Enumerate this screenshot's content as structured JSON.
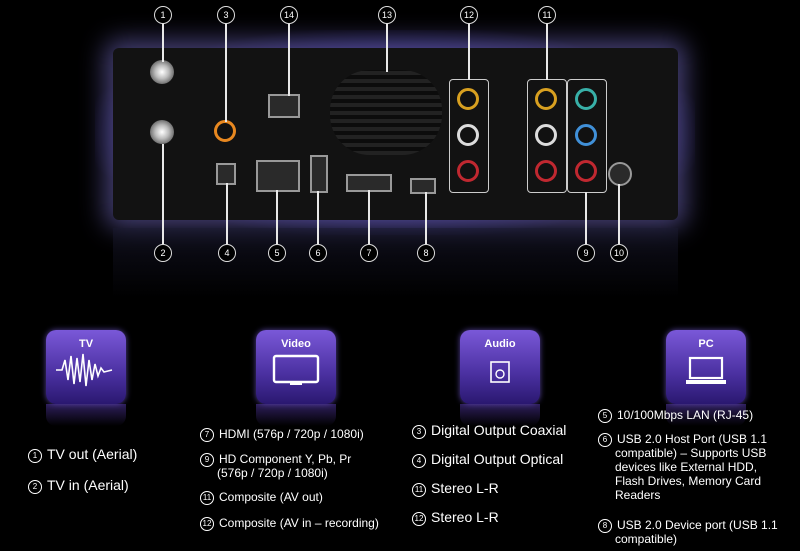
{
  "callouts_top": [
    "1",
    "3",
    "14",
    "13",
    "12",
    "11"
  ],
  "callouts_bottom": [
    "2",
    "4",
    "5",
    "6",
    "7",
    "8",
    "9",
    "10"
  ],
  "categories": [
    {
      "label": "TV",
      "icon": "waveform-icon"
    },
    {
      "label": "Video",
      "icon": "tv-screen-icon"
    },
    {
      "label": "Audio",
      "icon": "audio-icon"
    },
    {
      "label": "PC",
      "icon": "computer-icon"
    }
  ],
  "tv_list": [
    {
      "num": "1",
      "text": "TV out (Aerial)"
    },
    {
      "num": "2",
      "text": "TV in (Aerial)"
    }
  ],
  "video_list": [
    {
      "num": "7",
      "text": "HDMI (576p / 720p / 1080i)"
    },
    {
      "num": "9",
      "text": "HD Component  Y, Pb, Pr",
      "text2": "(576p / 720p / 1080i)"
    },
    {
      "num": "11",
      "text": "Composite (AV out)"
    },
    {
      "num": "12",
      "text": "Composite (AV in – recording)"
    }
  ],
  "audio_list": [
    {
      "num": "3",
      "text": "Digital Output Coaxial"
    },
    {
      "num": "4",
      "text": "Digital Output Optical"
    },
    {
      "num": "11",
      "text": "Stereo L-R"
    },
    {
      "num": "12",
      "text": "Stereo L-R"
    }
  ],
  "pc_list": [
    {
      "num": "5",
      "text": "10/100Mbps LAN (RJ-45)"
    },
    {
      "num": "6",
      "text": "USB 2.0 Host Port (USB 1.1",
      "text2": "compatible) – Supports USB",
      "text3": "devices like External HDD,",
      "text4": "Flash Drives, Memory Card",
      "text5": "Readers"
    },
    {
      "num": "8",
      "text": "USB 2.0 Device port (USB 1.1",
      "text2": "compatible)"
    }
  ]
}
